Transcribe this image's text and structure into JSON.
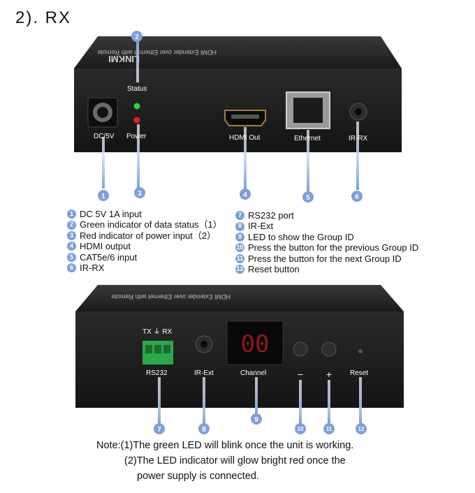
{
  "heading": "2). RX",
  "top_panel": {
    "brand": "LINKMI",
    "label_status": "Status",
    "label_dc": "DC/5V",
    "label_power": "Power",
    "label_hdmi": "HDMI Out",
    "label_ethernet": "Ethernet",
    "label_irrx": "IR-RX"
  },
  "bottom_panel": {
    "label_txrx": "TX ⏚ RX",
    "label_rs232": "RS232",
    "label_irext": "IR-Ext",
    "label_channel": "Channel",
    "label_minus": "−",
    "label_plus": "+",
    "label_reset": "Reset",
    "display_value": "00"
  },
  "callouts": [
    "1",
    "2",
    "3",
    "4",
    "5",
    "6",
    "7",
    "8",
    "9",
    "10",
    "11",
    "12"
  ],
  "legend_left": [
    {
      "num": "1",
      "text": "DC 5V 1A input"
    },
    {
      "num": "2",
      "text": "Green indicator of data status（1）"
    },
    {
      "num": "3",
      "text": "Red indicator of power input（2）"
    },
    {
      "num": "4",
      "text": "HDMI output"
    },
    {
      "num": "5",
      "text": "CAT5e/6 input"
    },
    {
      "num": "6",
      "text": "IR-RX"
    }
  ],
  "legend_right": [
    {
      "num": "7",
      "text": "RS232 port"
    },
    {
      "num": "8",
      "text": "IR-Ext"
    },
    {
      "num": "9",
      "text": "LED to show the Group ID"
    },
    {
      "num": "10",
      "text": "Press the button for the previous Group ID"
    },
    {
      "num": "11",
      "text": "Press the button for the next Group ID"
    },
    {
      "num": "12",
      "text": "Reset button"
    }
  ],
  "notes": [
    "Note:(1)The green LED will blink once the unit is working.",
    "(2)The LED indicator will glow bright red once the",
    "power supply is connected."
  ],
  "colors": {
    "callout": "#7ea0d8",
    "chassis": "#1c1c1c",
    "led_green": "#2fd23a",
    "led_red": "#e02020",
    "terminal": "#2aa84a",
    "segment": "#c01818"
  }
}
